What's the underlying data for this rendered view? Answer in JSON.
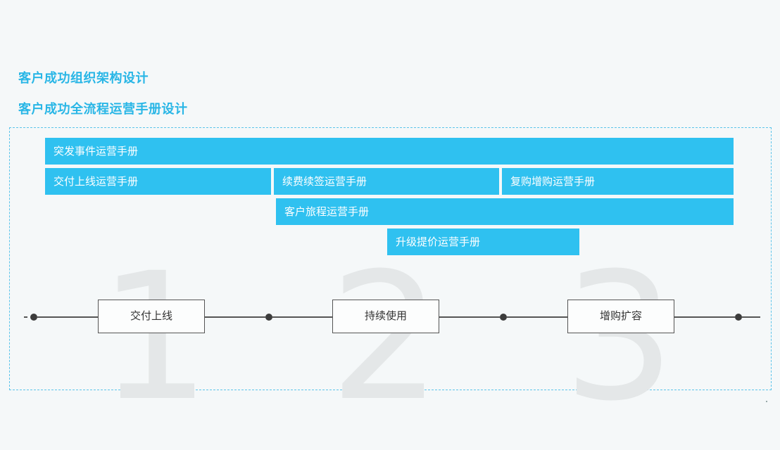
{
  "titles": {
    "org_design": "客户成功组织架构设计",
    "playbook_design": "客户成功全流程运营手册设计"
  },
  "playbooks": {
    "sudden_event": "突发事件运营手册",
    "delivery_launch": "交付上线运营手册",
    "renewal": "续费续签运营手册",
    "repurchase": "复购增购运营手册",
    "customer_journey": "客户旅程运营手册",
    "upgrade": "升级提价运营手册"
  },
  "stages": {
    "numbers": [
      "1",
      "2",
      "3"
    ],
    "labels": [
      "交付上线",
      "持续使用",
      "增购扩容"
    ]
  },
  "colors": {
    "title": "#29b6e6",
    "bar": "#2fc1f0",
    "frame_border": "#5cc4ea",
    "big_number": "#e4e7e8",
    "timeline": "#555555"
  }
}
